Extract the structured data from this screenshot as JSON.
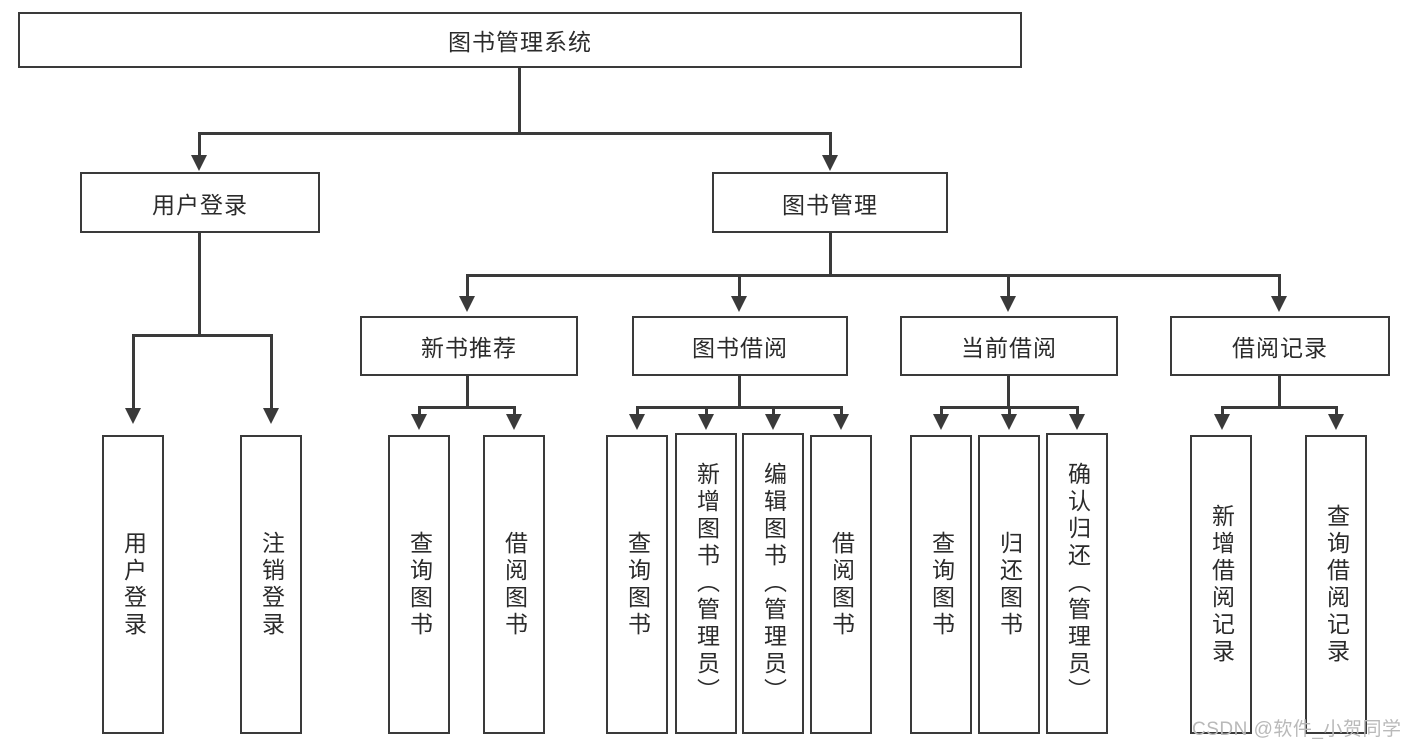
{
  "diagram": {
    "type": "tree-hierarchy",
    "title": "图书管理系统",
    "root": {
      "id": "root",
      "label": "图书管理系统",
      "orientation": "horizontal"
    },
    "level2": [
      {
        "id": "user-login",
        "label": "用户登录",
        "orientation": "horizontal"
      },
      {
        "id": "book-manage",
        "label": "图书管理",
        "orientation": "horizontal"
      }
    ],
    "level3": [
      {
        "id": "new-book-recommend",
        "label": "新书推荐",
        "orientation": "horizontal"
      },
      {
        "id": "book-borrow",
        "label": "图书借阅",
        "orientation": "horizontal"
      },
      {
        "id": "current-borrow",
        "label": "当前借阅",
        "orientation": "horizontal"
      },
      {
        "id": "borrow-record",
        "label": "借阅记录",
        "orientation": "horizontal"
      }
    ],
    "leaves": {
      "user_login": [
        {
          "id": "leaf-user-login",
          "label": "用户登录",
          "orientation": "vertical"
        },
        {
          "id": "leaf-logout-login",
          "label": "注销登录",
          "orientation": "vertical"
        }
      ],
      "new_book_recommend": [
        {
          "id": "leaf-query-book-1",
          "label": "查询图书",
          "orientation": "vertical"
        },
        {
          "id": "leaf-borrow-book-1",
          "label": "借阅图书",
          "orientation": "vertical"
        }
      ],
      "book_borrow": [
        {
          "id": "leaf-query-book-2",
          "label": "查询图书",
          "orientation": "vertical"
        },
        {
          "id": "leaf-add-book-admin",
          "label": "新增图书（管理员）",
          "orientation": "vertical"
        },
        {
          "id": "leaf-edit-book-admin",
          "label": "编辑图书（管理员）",
          "orientation": "vertical"
        },
        {
          "id": "leaf-borrow-book-2",
          "label": "借阅图书",
          "orientation": "vertical"
        }
      ],
      "current_borrow": [
        {
          "id": "leaf-query-book-3",
          "label": "查询图书",
          "orientation": "vertical"
        },
        {
          "id": "leaf-return-book",
          "label": "归还图书",
          "orientation": "vertical"
        },
        {
          "id": "leaf-confirm-return-admin",
          "label": "确认归还（管理员）",
          "orientation": "vertical"
        }
      ],
      "borrow_record": [
        {
          "id": "leaf-add-borrow-record",
          "label": "新增借阅记录",
          "orientation": "vertical"
        },
        {
          "id": "leaf-query-borrow-record",
          "label": "查询借阅记录",
          "orientation": "vertical"
        }
      ]
    },
    "colors": {
      "stroke": "#3a3a3a",
      "text": "#2b2b2b",
      "background": "#ffffff",
      "watermark": "#b9b9b9"
    }
  },
  "watermark": {
    "text": "CSDN @软件_小贺同学"
  }
}
